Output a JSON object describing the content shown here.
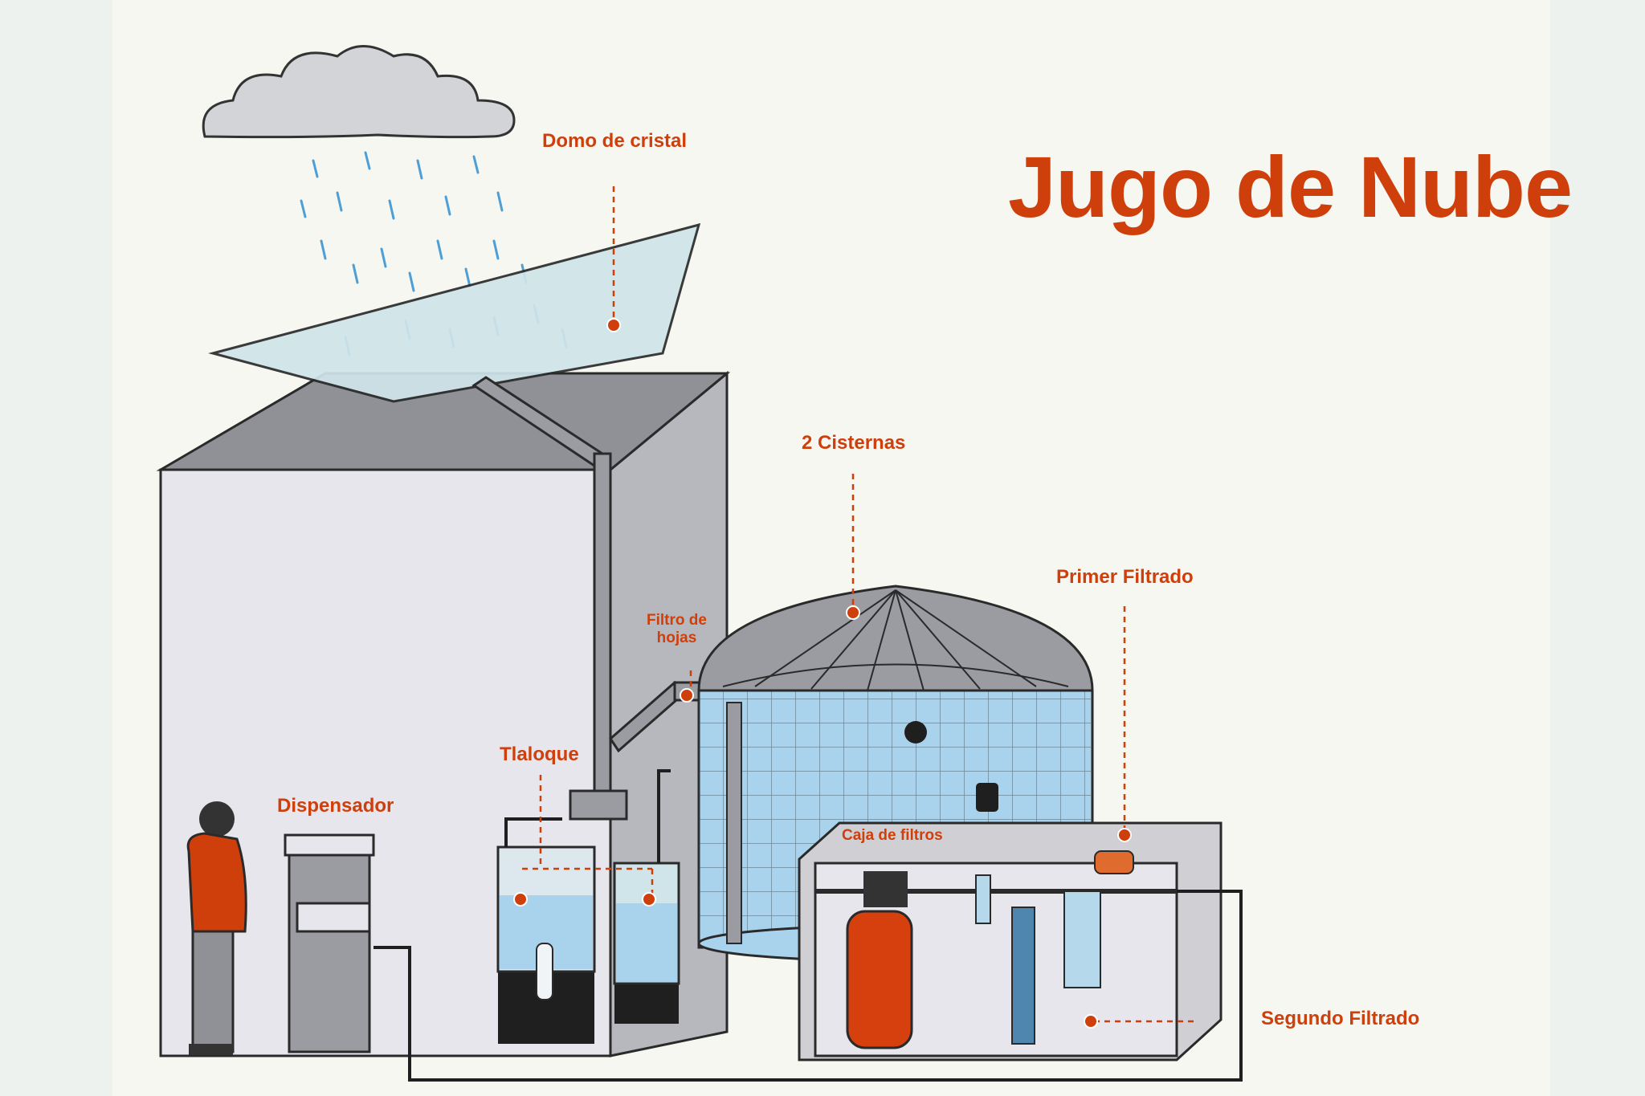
{
  "title": "Jugo de Nube",
  "labels": {
    "domo": "Domo de cristal",
    "cisternas": "2 Cisternas",
    "primer": "Primer Filtrado",
    "filtro_line1": "Filtro de",
    "filtro_line2": "hojas",
    "tlaloque": "Tlaloque",
    "dispensador": "Dispensador",
    "caja": "Caja de filtros",
    "segundo": "Segundo Filtrado"
  },
  "colors": {
    "accent": "#cf3f0c",
    "background": "#f6f7f1",
    "building": "#e6e6ec",
    "metal": "#9a9ca2",
    "water": "#a9d3ec",
    "outline": "#2a2a2a"
  }
}
